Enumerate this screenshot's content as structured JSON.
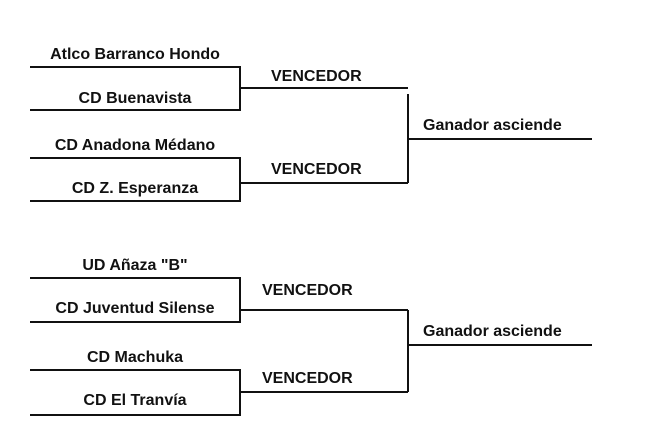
{
  "brackets": [
    {
      "matches": [
        {
          "team_top": "Atlco Barranco Hondo",
          "team_bottom": "CD Buenavista",
          "winner_label": "VENCEDOR"
        },
        {
          "team_top": "CD Anadona Médano",
          "team_bottom": "CD Z. Esperanza",
          "winner_label": "VENCEDOR"
        }
      ],
      "final_label": "Ganador asciende"
    },
    {
      "matches": [
        {
          "team_top": "UD Añaza \"B\"",
          "team_bottom": "CD Juventud Silense",
          "winner_label": "VENCEDOR"
        },
        {
          "team_top": "CD Machuka",
          "team_bottom": "CD El Tranvía",
          "winner_label": "VENCEDOR"
        }
      ],
      "final_label": "Ganador asciende"
    }
  ],
  "colors": {
    "line": "#111111",
    "text": "#111111",
    "background": "#ffffff"
  }
}
